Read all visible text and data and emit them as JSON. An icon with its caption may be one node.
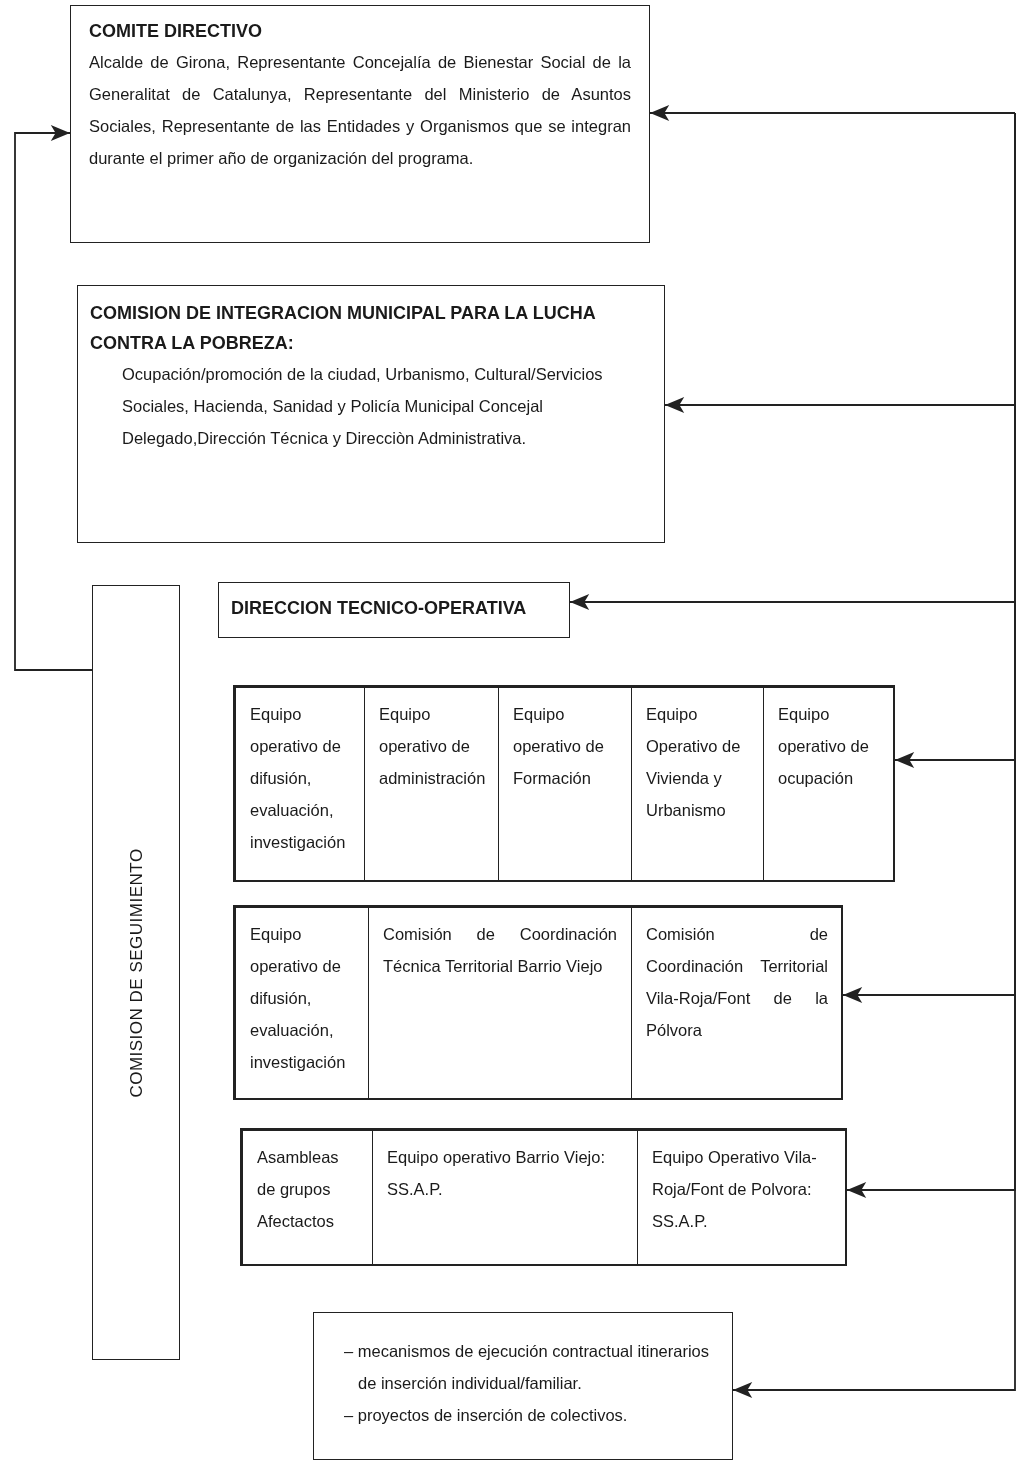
{
  "diagram": {
    "nodes": [
      {
        "text": [
          "COMITE DIRECTIVO",
          "Alcalde de Girona, Representante Concejalía de Bienestar Social de la Generalitat de Catalunya, Representante del Ministerio de Asuntos Sociales, Representante de las Entidades y Organismos que se integran durante el primer año de organización del programa."
        ]
      },
      {
        "text": [
          "**COMISION DE INTEGRACION MUNICIPAL PARA LA LUCHA CONTRA LA POBREZA**:",
          "Ocupación/promoción de la ciudad, Urbanismo, Cultural/Servicios Sociales, Hacienda, Sanidad y Policía Municipal Concejal Delegado,Dirección Técnica y Direcciòn Administrativa."
        ]
      },
      {
        "text": [
          "DIRECCION TECNICO-OPERATIVA"
        ]
      },
      {
        "text": [
          "COMISION DE SEGUIMIENTO"
        ]
      },
      {
        "text": [],
        "shape": "box"
      },
      {
        "text": [
          "Equipo operativo de difusión, evaluación, investigación"
        ],
        "in": 4
      },
      {
        "text": [
          "Equipo operativo de administración"
        ],
        "in": 4
      },
      {
        "text": [
          "Equipo operativo de Formación"
        ],
        "in": 4
      },
      {
        "text": [
          "Equipo Operativo de Vivienda y Urbanismo"
        ],
        "in": 4
      },
      {
        "text": [
          "Equipo operativo de ocupación"
        ],
        "in": 4
      },
      {
        "text": [],
        "shape": "box"
      },
      {
        "text": [
          "Equipo operativo de difusión, evaluación, investigación"
        ],
        "in": 10
      },
      {
        "text": [
          "Comisión de Coordinación Técnica Territorial Barrio Viejo"
        ],
        "in": 10
      },
      {
        "text": [
          "Comisión de Coordinación Territorial Vila-Roja/Font de la Pólvora"
        ],
        "in": 10
      },
      {
        "text": [],
        "shape": "box"
      },
      {
        "text": [
          "Asambleas de grupos Afectactos"
        ],
        "in": 14
      },
      {
        "text": [
          "Equipo operativo Barrio Viejo: SS.A.P."
        ],
        "in": 14
      },
      {
        "text": [
          "Equipo Operativo Vila-Roja/Font de Polvora: SS.A.P."
        ],
        "in": 14
      },
      {
        "text": [
          "– mecanismos de ejecución contractual itinerarios de inserción individual/familiar.",
          "– proyectos de inserción de colectivos."
        ]
      }
    ],
    "edges": [
      {
        "from": null,
        "to": 0,
        "arrow": "to"
      },
      {
        "from": null,
        "to": 1,
        "arrow": "to"
      },
      {
        "from": null,
        "to": 2,
        "arrow": "to"
      },
      {
        "from": null,
        "to": 4,
        "arrow": "to"
      },
      {
        "from": null,
        "to": 10,
        "arrow": "to"
      },
      {
        "from": null,
        "to": 14,
        "arrow": "to"
      },
      {
        "from": null,
        "to": 18,
        "arrow": "to"
      },
      {
        "from": 3,
        "to": 0,
        "arrow": "to"
      }
    ]
  }
}
